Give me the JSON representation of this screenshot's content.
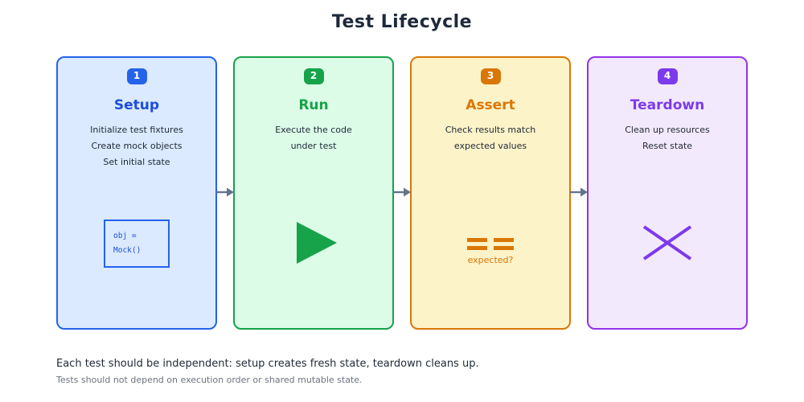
{
  "title": "Test Lifecycle",
  "stages": [
    {
      "number": "1",
      "name": "Setup",
      "description_lines": [
        "Initialize test fixtures",
        "Create mock objects",
        "Set initial state"
      ],
      "icon": "mock-code-box",
      "code_lines": [
        "obj =",
        "Mock()"
      ],
      "colors": {
        "bg": "#dbeafe",
        "border": "#2563eb",
        "accent": "#1d4ed8",
        "badge": "#2563eb"
      }
    },
    {
      "number": "2",
      "name": "Run",
      "description_lines": [
        "Execute the code",
        "under test"
      ],
      "icon": "play-triangle",
      "colors": {
        "bg": "#dcfce7",
        "border": "#16a34a",
        "accent": "#16a34a",
        "badge": "#16a34a"
      }
    },
    {
      "number": "3",
      "name": "Assert",
      "description_lines": [
        "Check results match",
        "expected values"
      ],
      "icon": "double-equals",
      "icon_caption": "expected?",
      "colors": {
        "bg": "#fdf3c8",
        "border": "#d97706",
        "accent": "#d97706",
        "badge": "#d97706"
      }
    },
    {
      "number": "4",
      "name": "Teardown",
      "description_lines": [
        "Clean up resources",
        "Reset state"
      ],
      "icon": "cross-x",
      "colors": {
        "bg": "#f3e9fc",
        "border": "#9333ea",
        "accent": "#7c3aed",
        "badge": "#7c3aed"
      }
    }
  ],
  "arrow_color": "#64748b",
  "footer": {
    "line1": "Each test should be independent: setup creates fresh state, teardown cleans up.",
    "line2": "Tests should not depend on execution order or shared mutable state."
  }
}
